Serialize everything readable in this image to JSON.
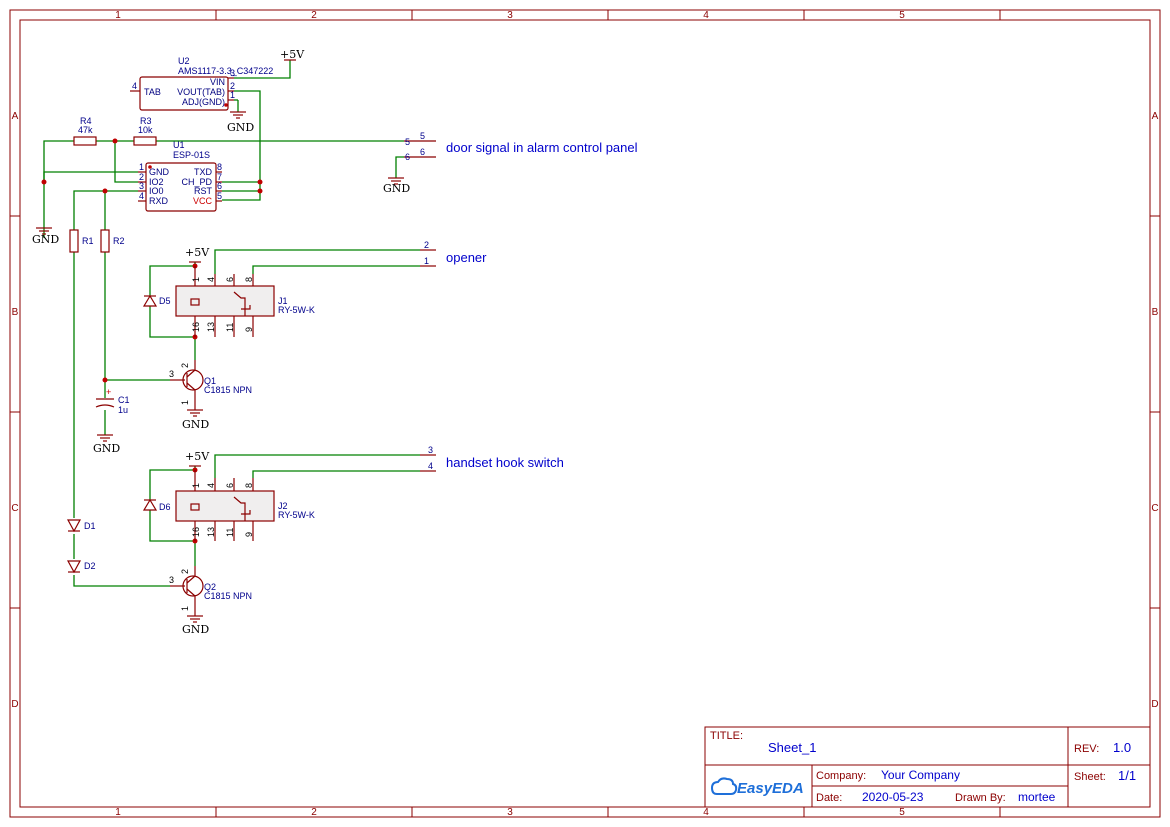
{
  "border": {
    "columns": [
      "1",
      "2",
      "3",
      "4",
      "5"
    ],
    "rows": [
      "A",
      "B",
      "C",
      "D"
    ]
  },
  "components": {
    "u2": {
      "designator": "U2",
      "value": "AMS1117-3.3_C347222",
      "pins": [
        "TAB",
        "VIN",
        "VOUT(TAB)",
        "ADJ(GND)"
      ],
      "pin_numbers": [
        "4",
        "3",
        "2",
        "1"
      ]
    },
    "u1": {
      "designator": "U1",
      "value": "ESP-01S",
      "pins_left": [
        "GND",
        "IO2",
        "IO0",
        "RXD"
      ],
      "pins_right": [
        "TXD",
        "CH_PD",
        "RST",
        "VCC"
      ],
      "numbers_left": [
        "1",
        "2",
        "3",
        "4"
      ],
      "numbers_right": [
        "8",
        "7",
        "6",
        "5"
      ]
    },
    "r4": {
      "designator": "R4",
      "value": "47k"
    },
    "r3": {
      "designator": "R3",
      "value": "10k"
    },
    "r1": {
      "designator": "R1"
    },
    "r2": {
      "designator": "R2"
    },
    "c1": {
      "designator": "C1",
      "value": "1u",
      "polarity": "+"
    },
    "d1": {
      "designator": "D1"
    },
    "d2": {
      "designator": "D2"
    },
    "d5": {
      "designator": "D5"
    },
    "d6": {
      "designator": "D6"
    },
    "q1": {
      "designator": "Q1",
      "value": "C1815 NPN",
      "pins": [
        "3",
        "2",
        "1"
      ]
    },
    "q2": {
      "designator": "Q2",
      "value": "C1815 NPN",
      "pins": [
        "3",
        "2",
        "1"
      ]
    },
    "j1": {
      "designator": "J1",
      "value": "RY-5W-K",
      "top_pins": [
        "1",
        "4",
        "6",
        "8"
      ],
      "bottom_pins": [
        "16",
        "13",
        "11",
        "9"
      ]
    },
    "j2": {
      "designator": "J2",
      "value": "RY-5W-K",
      "top_pins": [
        "1",
        "4",
        "6",
        "8"
      ],
      "bottom_pins": [
        "16",
        "13",
        "11",
        "9"
      ]
    }
  },
  "power": {
    "vcc": "+5V",
    "gnd": "GND"
  },
  "nets": {
    "door": {
      "label": "door signal in alarm control panel",
      "pins": [
        "5",
        "6"
      ]
    },
    "opener": {
      "label": "opener",
      "pins": [
        "2",
        "1"
      ]
    },
    "handset": {
      "label": "handset hook switch",
      "pins": [
        "3",
        "4"
      ]
    }
  },
  "title_block": {
    "title_label": "TITLE:",
    "title": "Sheet_1",
    "rev_label": "REV:",
    "rev": "1.0",
    "company_label": "Company:",
    "company": "Your Company",
    "sheet_label": "Sheet:",
    "sheet": "1/1",
    "date_label": "Date:",
    "date": "2020-05-23",
    "drawn_label": "Drawn By:",
    "drawn": "mortee",
    "logo_text": "EasyEDA"
  },
  "colors": {
    "border": "#8b0000",
    "wire": "#008000",
    "junction": "#c00000",
    "label": "#0000cc"
  }
}
